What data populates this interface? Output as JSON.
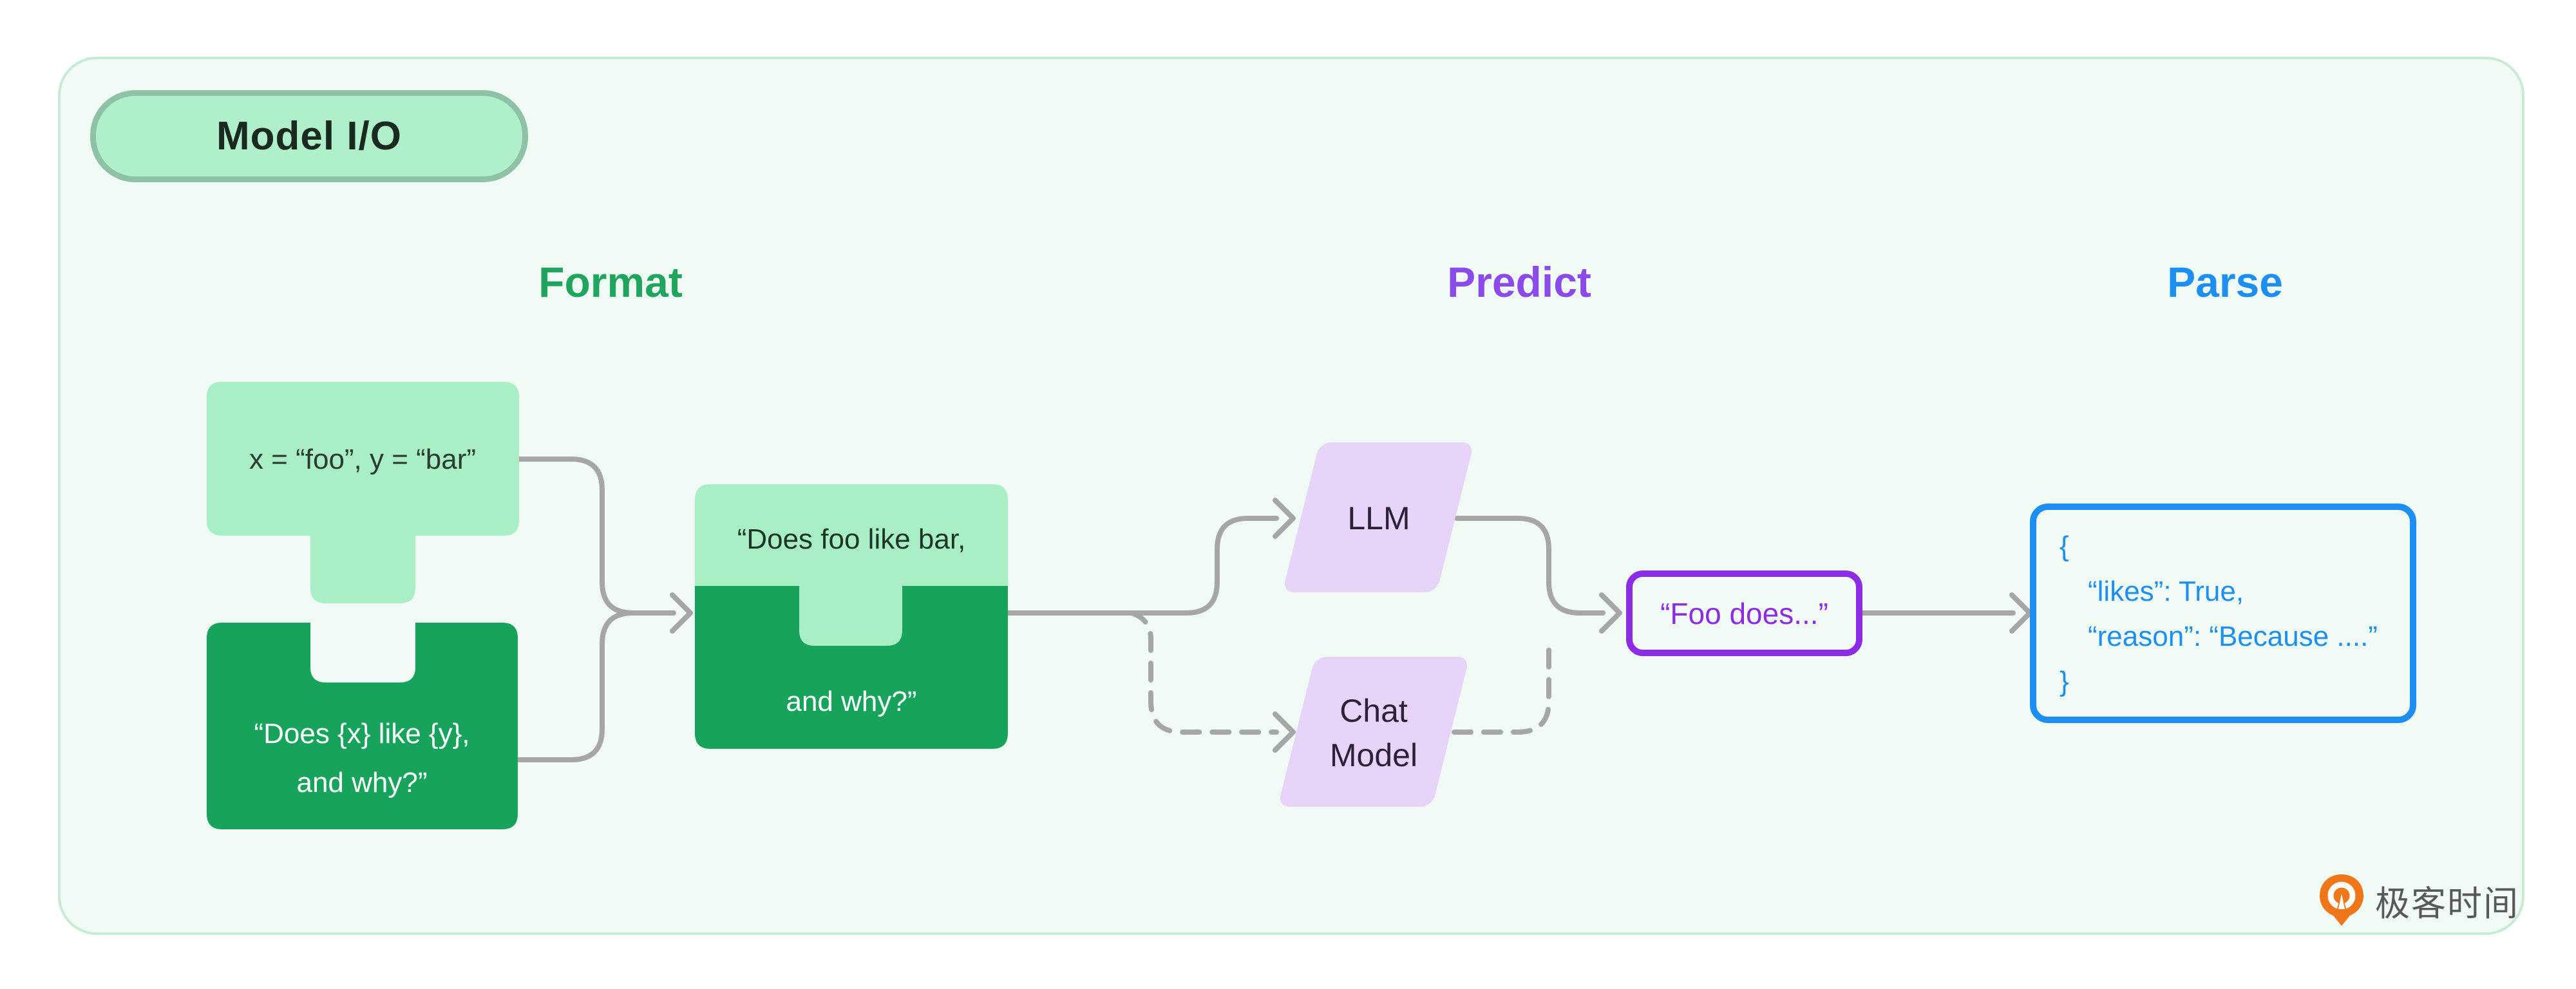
{
  "badge": {
    "label": "Model I/O"
  },
  "sections": [
    {
      "label": "Format",
      "color": "#1fa55e"
    },
    {
      "label": "Predict",
      "color": "#8a4bea"
    },
    {
      "label": "Parse",
      "color": "#1d8ff2"
    }
  ],
  "diagram": {
    "input_variables": "x = “foo”, y = “bar”",
    "prompt_template_line1": "“Does {x} like {y},",
    "prompt_template_line2": "and why?”",
    "formatted_prompt_line1": "“Does foo like bar,",
    "formatted_prompt_line2": "and why?”",
    "llm_label": "LLM",
    "chat_model_line1": "Chat",
    "chat_model_line2": "Model",
    "model_output": "“Foo does...”",
    "parsed_lines": [
      "{",
      "“likes”: True,",
      "“reason”: “Because ....”",
      "}"
    ]
  },
  "footer": {
    "brand": "极客时间",
    "brand_icon": "geektime-pin-logo"
  },
  "colors": {
    "panel_bg": "#f1fbf5",
    "panel_border": "#c7ebd5",
    "badge_fill": "#afefc9",
    "badge_border": "#8ec2a6",
    "light_green_shape": "#a9efc6",
    "dark_green_shape": "#17a35b",
    "parallelogram_fill": "#e9d4f9",
    "output_border": "#8d2ce4",
    "parse_border": "#1d8ff2",
    "connector_gray": "#a6a6a6",
    "logo_orange": "#f0761a"
  }
}
